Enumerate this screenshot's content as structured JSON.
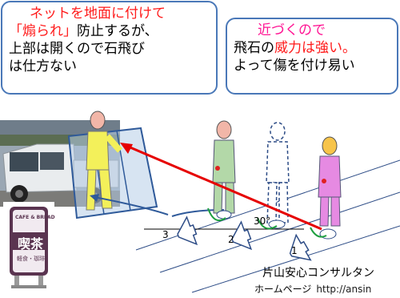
{
  "bubble_left": {
    "line1": "ネットを地面に付けて",
    "line2_q": "「煽られ」",
    "line2_rest": "防止するが、",
    "line3": "上部は開くので石飛び",
    "line4": "は仕方ない"
  },
  "bubble_right": {
    "line1": "近づくので",
    "line2_a": "飛石の",
    "line2_b": "威力は強い。",
    "line3": "よって傷を付け易い"
  },
  "labels": {
    "angle": "30°",
    "n1": "1",
    "n2": "2",
    "n3": "3"
  },
  "sign": {
    "top": "CAFE & BREAD",
    "main": "喫茶",
    "sub": "軽食・珈琲"
  },
  "credit": {
    "company": "片山安心コンサルタン",
    "homepage": "ホームページ",
    "url": "http://ansin"
  },
  "colors": {
    "bubble_border": "#4a78b8",
    "accent_red": "#ff1a1a",
    "accent_pink": "#ff1493"
  }
}
